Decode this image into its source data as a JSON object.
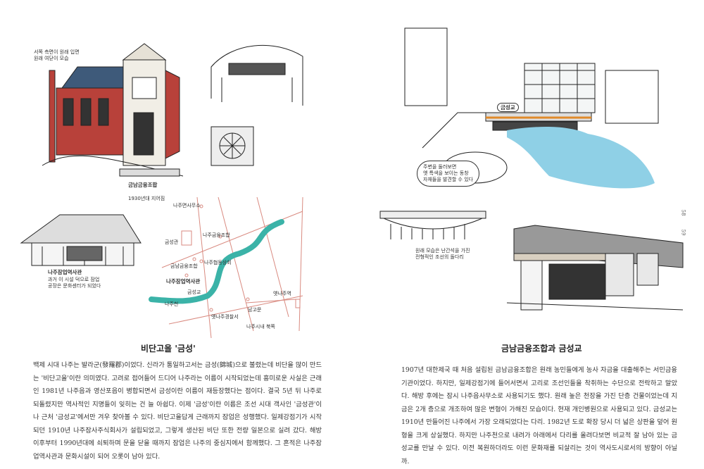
{
  "left_page": {
    "page_number": "58",
    "title": "비단고을 '금성'",
    "body": "백제 시대 나주는 발라군(發羅郡)이었다. 신라가 통일하고서는 금성(錦城)으로 불렸는데 비단을 많이 만드는 '비단고을'이란 의미였다. 고려로 접어들어 드디어 나주라는 이름이 시작되었는데 흥미로운 사실은 근래인 1981년 나주읍과 영산포읍이 병합되면서 금성이란 이름이 재등장했다는 점이다. 결국 5년 뒤 나주로 되돌렸지만 역사적인 지명들이 잊히는 건 늘 아쉽다. 이제 '금성'이란 이름은 조선 시대 객사인 '금성관'이나 근처 '금성교'에서만 겨우 찾아볼 수 있다. 비단고을답게 근래까지 잠업은 성행했다. 일제강점기가 시작되던 1910년 나주잠사주식회사가 설립되었고, 그렇게 생산된 비단 또한 전량 일본으로 실려 갔다. 해방 이후부터 1990년대에 쇠퇴하며 문을 닫을 때까지 잠업은 나주의 중심지에서 함께했다. 그 흔적은 나주잠업역사관과 문화시설이 되어 오롯이 남아 있다.",
    "sketch_captions": {
      "bank_name": "금남금융조합",
      "bank_note": "1930년대 지어짐",
      "hanok_name": "나주잠업역사관",
      "hanok_note": "과거 이 시설 덕으로 잠업\n공장은 문화센터가 되었다"
    },
    "map_labels": {
      "river": "나주천",
      "bridge": "금성교",
      "hall": "금성관",
      "office": "나주면사무소",
      "union1": "나주금융조합",
      "union2": "금남금융조합",
      "shop": "나주협동상회",
      "silk": "나주잠업역사관",
      "station": "옛나주역",
      "gate": "남고문",
      "police": "옛나주경찰서",
      "north": "나주시내 북쪽"
    }
  },
  "right_page": {
    "page_number": "59",
    "title": "금남금융조합과 금성교",
    "body": "1907년 대한제국 때 처음 설립된 금남금융조합은 원래 농민들에게 농사 자금을 대출해주는 서민금융기관이었다. 하지만, 일제강점기에 들어서면서 고리로 조선인들을 착취하는 수단으로 전락하고 말았다. 해방 후에는 잠시 나주읍사무소로 사용되기도 했다. 원래 높은 천장을 가진 단층 건물이었는데 지금은 2개 층으로 개조하여 많은 변형이 가해진 모습이다. 현재 개인병원으로 사용되고 있다. 금성교는 1910년 만들어진 나주에서 가장 오래되었다는 다리. 1982년 도로 확장 당시 더 넓은 상판을 덮어 원형을 크게 상실했다. 하지만 나주천으로 내려가 아래에서 다리를 올려다보면 비교적 잘 남아 있는 금성교를 만날 수 있다. 이전 복원하더라도 이런 문화재를 되살리는 것이 역사도시로서의 방향이 아닐까.",
    "sketch_captions": {
      "bridge_label": "금성교",
      "bubble": "주변을 둘러보면\n옛 특색을 보이는 동창\n자재들을 발견할 수 있다",
      "old_bridge": "원래 모습은 난간석을 가진\n전형적인 조선의 돌다리"
    }
  },
  "colors": {
    "river": "#3bb3a8",
    "water": "#8fd0e6",
    "brick": "#b8413a",
    "roof": "#3e5a7a",
    "map_line": "#d98a80",
    "girder": "#e08a2a"
  }
}
